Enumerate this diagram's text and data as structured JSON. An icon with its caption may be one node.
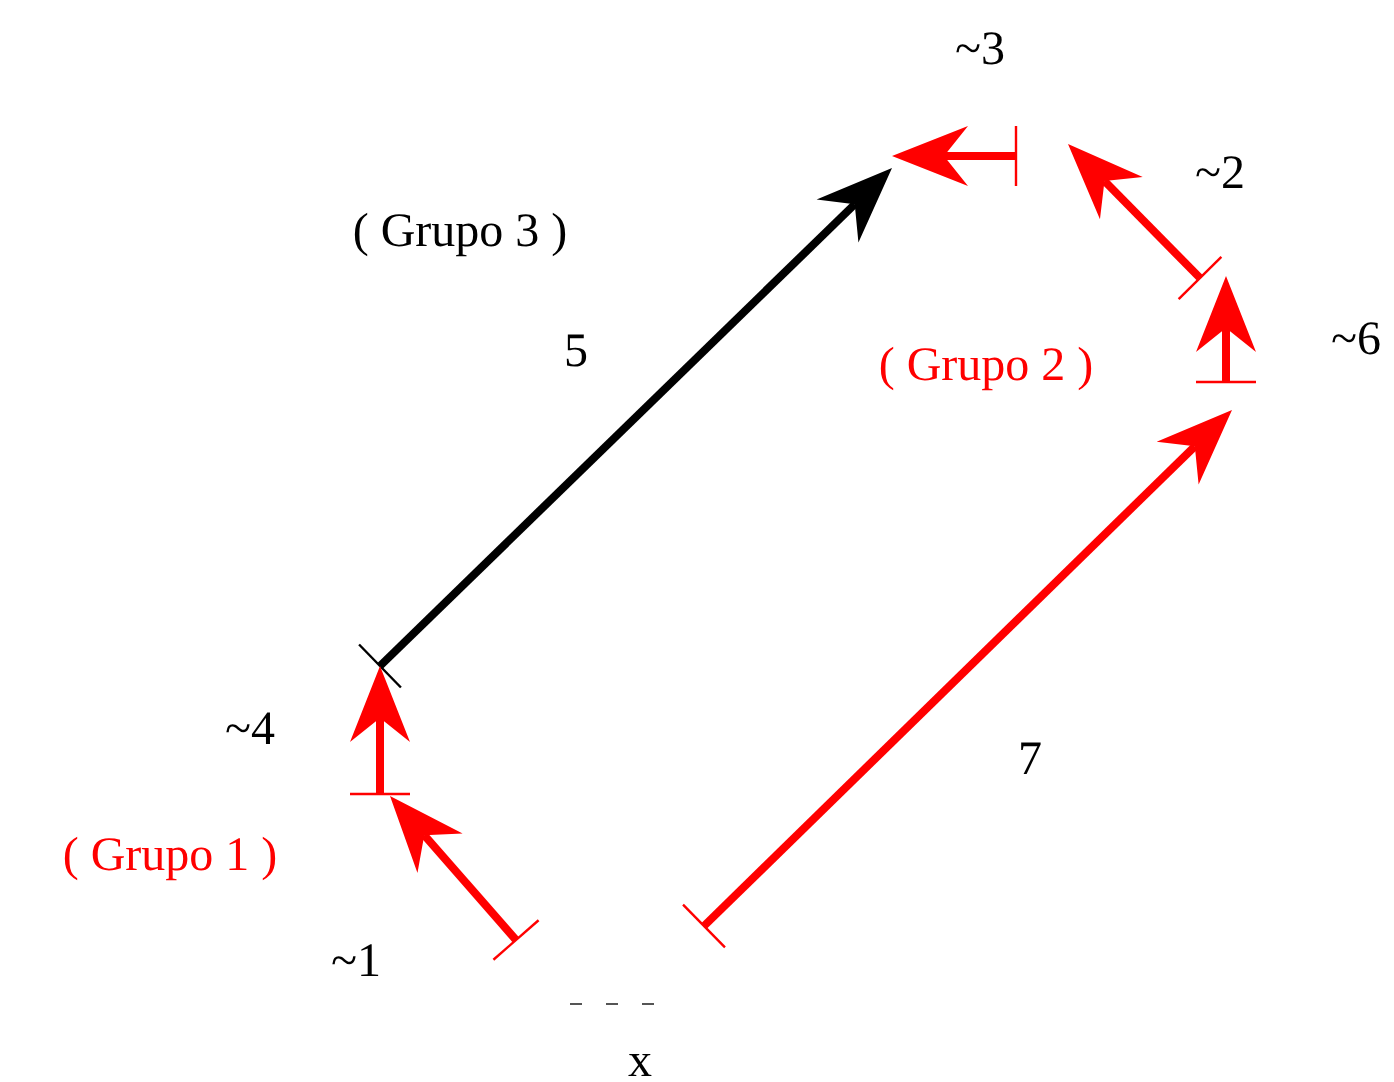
{
  "diagram": {
    "labels": [
      "~3",
      "( Grupo 3 )",
      "~2",
      "5",
      "( Grupo 2 )",
      "~6",
      "~4",
      "7",
      "( Grupo 1 )",
      "~1",
      "x"
    ]
  }
}
